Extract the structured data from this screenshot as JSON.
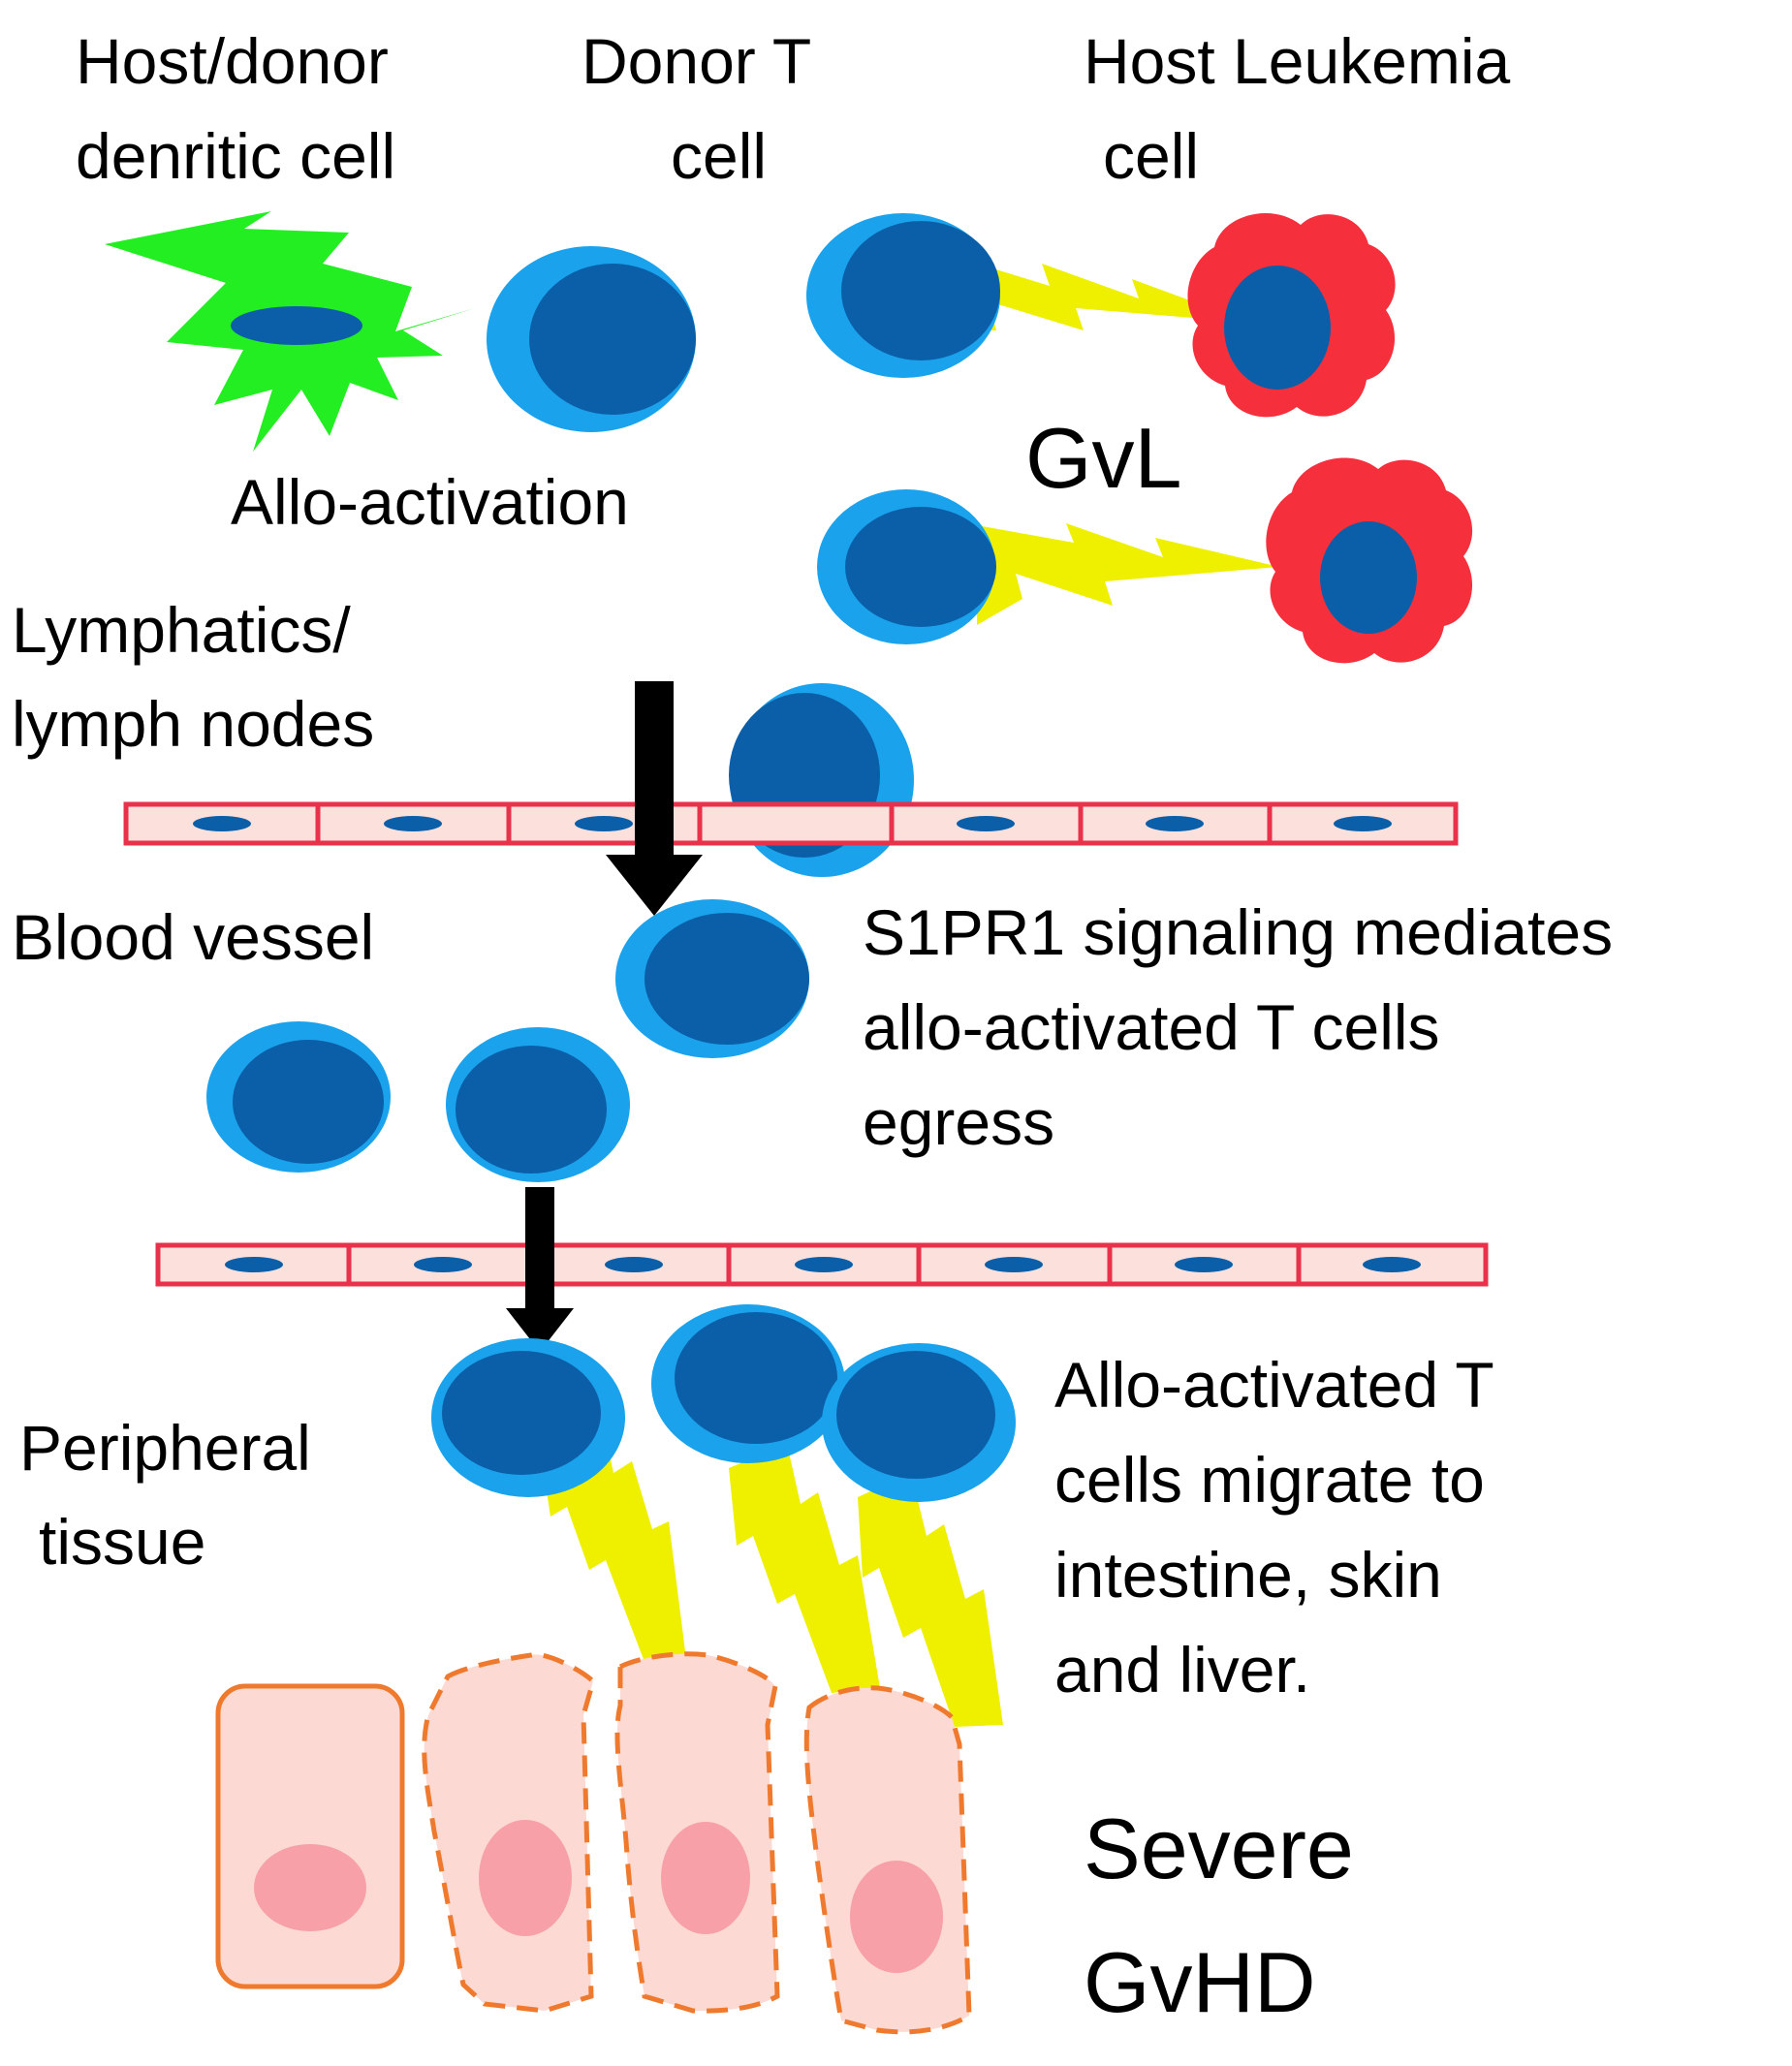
{
  "labels": {
    "dendritic_l1": "Host/donor",
    "dendritic_l2": "denritic cell",
    "donor_t_l1": "Donor T",
    "donor_t_l2": "cell",
    "leukemia_l1": "Host Leukemia",
    "leukemia_l2": "cell",
    "gvl": "GvL",
    "allo_activation": "Allo-activation",
    "lymph_l1": "Lymphatics/",
    "lymph_l2": "lymph nodes",
    "blood_vessel": "Blood vessel",
    "s1pr1_l1": "S1PR1 signaling mediates",
    "s1pr1_l2": "allo-activated T cells",
    "s1pr1_l3": "egress",
    "peripheral_l1": "Peripheral",
    "peripheral_l2": "tissue",
    "migrate_l1": "Allo-activated T",
    "migrate_l2": "cells migrate to",
    "migrate_l3": "intestine, skin",
    "migrate_l4": "and liver.",
    "gvhd_l1": "Severe",
    "gvhd_l2": "GvHD"
  },
  "colors": {
    "t_cell_outer": "#1aa3ec",
    "t_cell_inner": "#0b5fa8",
    "dendritic_cell": "#22ee22",
    "leukemia_cell": "#f5303c",
    "lightning": "#eef000",
    "vessel_stroke": "#e8314a",
    "vessel_fill": "#fbe0db",
    "tissue_fill": "#fcd9d3",
    "tissue_stroke": "#ef7a2e",
    "tissue_nucleus": "#f7a0a8",
    "arrow": "#000000"
  }
}
